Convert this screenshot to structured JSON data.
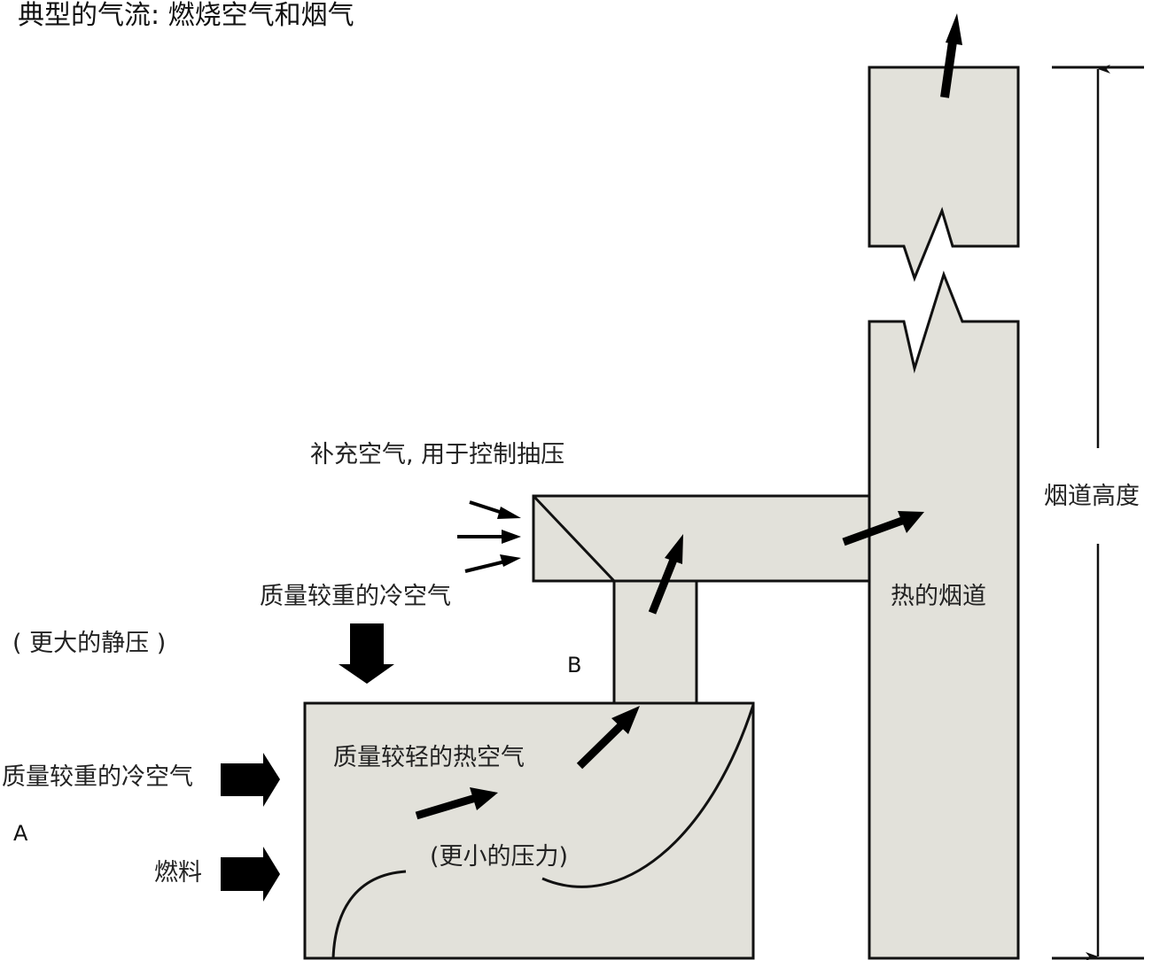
{
  "title": "典型的气流: 燃烧空气和烟气",
  "colors": {
    "fill": "#e2e1da",
    "stroke": "#111111",
    "arrow": "#000000",
    "background": "#ffffff"
  },
  "labels": {
    "makeup_air": "补充空气, 用于控制抽压",
    "heavy_cold_air_top": "质量较重的冷空气",
    "greater_static_pressure": "( 更大的静压 )",
    "point_b": "B",
    "heavy_cold_air_left": "质量较重的冷空气",
    "point_a": "A",
    "fuel": "燃料",
    "light_hot_air": "质量较轻的热空气",
    "less_pressure": "(更小的压力)",
    "hot_chimney": "热的烟道",
    "chimney_height": "烟道高度"
  },
  "components": {
    "furnace": "furnace-box",
    "vertical_duct": "vertical-flue-pipe",
    "horizontal_duct": "horizontal-flue-pipe-with-draft-hood",
    "chimney": "chimney-with-break",
    "dimension": "chimney-height-dimension-line"
  },
  "icons": {
    "flow_arrow": "flow-arrow-icon",
    "block_arrow": "block-arrow-icon"
  }
}
